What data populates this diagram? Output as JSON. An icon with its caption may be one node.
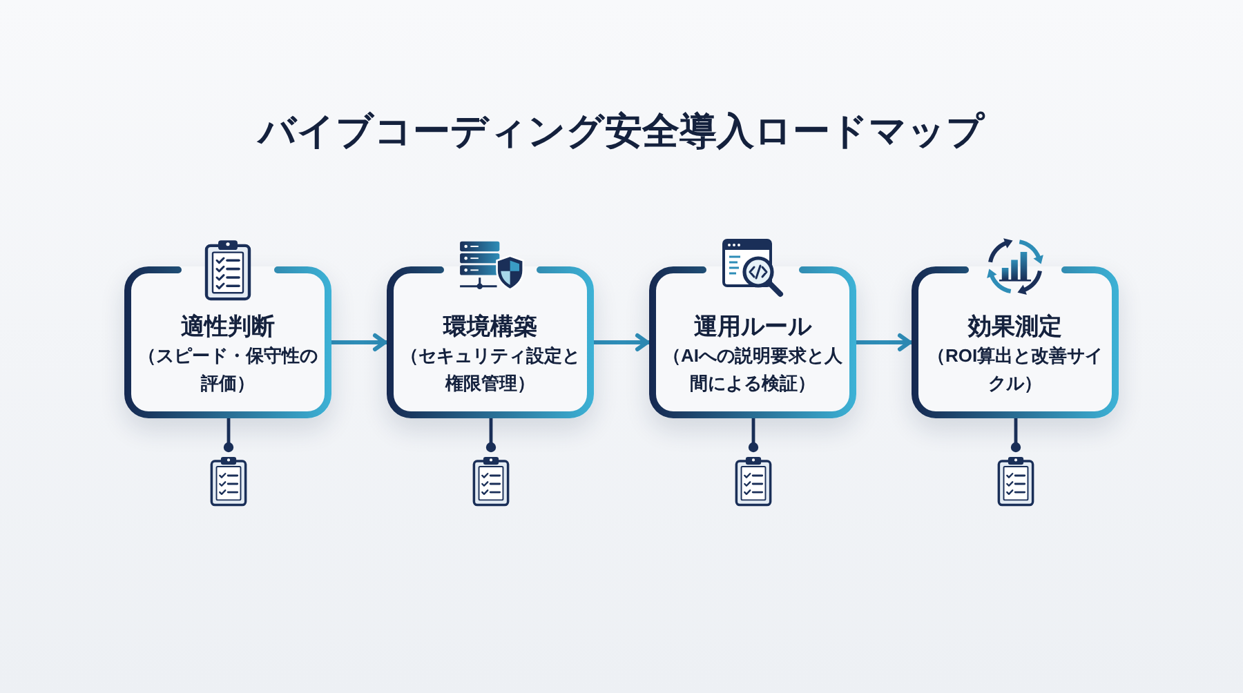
{
  "diagram": {
    "title": "バイブコーディング安全導入ロードマップ",
    "nodes": [
      {
        "text": [
          "適性判断",
          "（スピード・保守性の評価）"
        ]
      },
      {
        "text": [
          "環境構築",
          "（セキュリティ設定と権限管理）"
        ]
      },
      {
        "text": [
          "運用ルール",
          "（AIへの説明要求と人間による検証）"
        ]
      },
      {
        "text": [
          "効果測定",
          "（ROI算出と改善サイクル）"
        ]
      },
      {
        "text": [],
        "shape": "picture"
      },
      {
        "text": [],
        "shape": "picture"
      },
      {
        "text": [],
        "shape": "picture"
      },
      {
        "text": [],
        "shape": "picture"
      }
    ],
    "edges": [
      {
        "from": 0,
        "to": 1,
        "arrow": "to",
        "color": "#2e8db7"
      },
      {
        "from": 1,
        "to": 2,
        "arrow": "to",
        "color": "#2e8db7"
      },
      {
        "from": 2,
        "to": 3,
        "arrow": "to",
        "color": "#2e8db7"
      },
      {
        "from": 0,
        "to": 4,
        "arrow": "other"
      },
      {
        "from": 1,
        "to": 5,
        "arrow": "other"
      },
      {
        "from": 2,
        "to": 6,
        "arrow": "other"
      },
      {
        "from": 3,
        "to": 7,
        "arrow": "other"
      }
    ]
  }
}
